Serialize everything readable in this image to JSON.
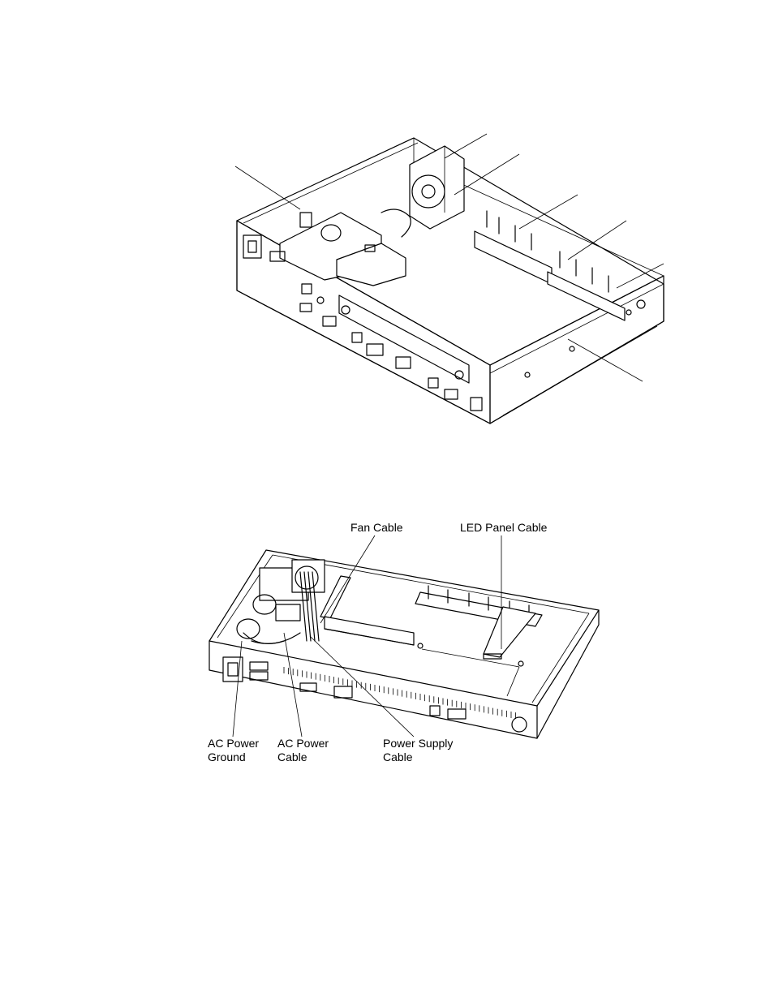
{
  "figure2": {
    "labels": {
      "fan_cable": "Fan Cable",
      "led_panel_cable": "LED Panel Cable",
      "ac_power_ground_line1": "AC Power",
      "ac_power_ground_line2": "Ground",
      "ac_power_cable_line1": "AC Power",
      "ac_power_cable_line2": "Cable",
      "power_supply_cable_line1": "Power Supply",
      "power_supply_cable_line2": "Cable"
    }
  }
}
